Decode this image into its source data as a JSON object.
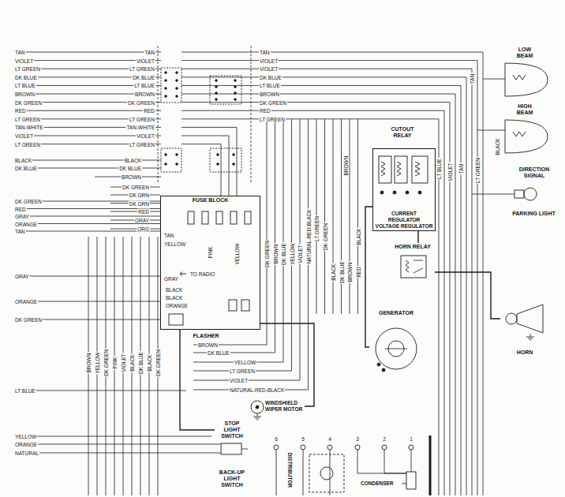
{
  "diagram": {
    "nodes": [
      {
        "text": [
          "LOW BEAM"
        ]
      },
      {
        "text": [
          "HIGH BEAM"
        ]
      },
      {
        "text": [
          "CUTOUT RELAY"
        ]
      },
      {
        "text": [
          "CURRENT REGULATOR",
          "VOLTAGE REGULATOR"
        ]
      },
      {
        "text": [
          "DIRECTION SIGNAL"
        ]
      },
      {
        "text": [
          "PARKING LIGHT"
        ]
      },
      {
        "text": [
          "FUSE BLOCK"
        ]
      },
      {
        "text": [
          "HORN RELAY"
        ]
      },
      {
        "text": [
          "GENERATOR"
        ]
      },
      {
        "text": [
          "FLASHER"
        ]
      },
      {
        "text": [
          "HORN"
        ]
      },
      {
        "text": [
          "WINDSHIELD WIPER MOTOR"
        ]
      },
      {
        "text": [
          "STOP LIGHT SWITCH"
        ]
      },
      {
        "text": [
          "BACK-UP LIGHT SWITCH"
        ]
      },
      {
        "text": [
          "DISTRIBUTOR"
        ]
      },
      {
        "text": [
          "CONDENSER"
        ]
      }
    ],
    "edges": [
      {
        "from": 8,
        "to": 3,
        "arrow": "none"
      },
      {
        "from": 3,
        "to": 7,
        "arrow": "none"
      },
      {
        "from": 7,
        "to": 10,
        "arrow": "none"
      },
      {
        "from": 6,
        "to": 11,
        "arrow": "none"
      },
      {
        "from": 6,
        "to": 12,
        "arrow": "none"
      }
    ],
    "labels": [
      "TAN",
      "VIOLET",
      "LT GREEN",
      "DK BLUE",
      "LT BLUE",
      "BROWN",
      "DK GREEN",
      "RED",
      "LT GREEN",
      "TAN-WHITE",
      "VIOLET",
      "LT GREEN",
      "BLACK",
      "DK BLUE",
      "DK GREEN",
      "RED",
      "GRAY",
      "ORANGE",
      "TAN",
      "GRAY",
      "ORANGE",
      "DK GREEN",
      "LT BLUE",
      "YELLOW",
      "ORANGE",
      "NATURAL",
      "TAN",
      "VIOLET",
      "LT GREEN",
      "DK BLUE",
      "LT BLUE",
      "BROWN",
      "DK GREEN",
      "RED",
      "LT GREEN",
      "TAN-WHITE",
      "VIOLET",
      "LT GREEN",
      "BLACK",
      "DK BLUE",
      "BROWN",
      "DK GREEN",
      "DK GRN",
      "DK GRN",
      "RED",
      "GRAY",
      "ORG",
      "TAN",
      "VIOLET",
      "VIOLET",
      "DK BLUE",
      "LT BLUE",
      "BROWN",
      "DK GREEN",
      "RED",
      "LT GREEN",
      "TAN",
      "YELLOW",
      "PINK",
      "YELLOW",
      "TO RADIO",
      "GRAY",
      "BLACK",
      "BLACK",
      "ORANGE",
      "DK GREEN",
      "BROWN",
      "DK BLUE",
      "YELLOW",
      "VIOLET",
      "NATURAL-RED-BLACK",
      "LT GREEN",
      "DK GREEN",
      "BLACK",
      "DK BLUE",
      "BROWN",
      "RED",
      "BROWN",
      "BLACK",
      "LT BLUE",
      "VIOLET",
      "TAN",
      "LT GREEN",
      "BLACK",
      "TAN",
      "BROWN",
      "YELLOW",
      "DK GREEN",
      "PINK",
      "VIOLET",
      "BLACK",
      "DK BLUE",
      "BLACK",
      "DK GREEN",
      "BROWN",
      "DK BLUE",
      "YELLOW",
      "LT GREEN",
      "VIOLET",
      "NATURAL-RED-BLACK",
      "6",
      "5",
      "4",
      "3",
      "2",
      "1"
    ]
  }
}
